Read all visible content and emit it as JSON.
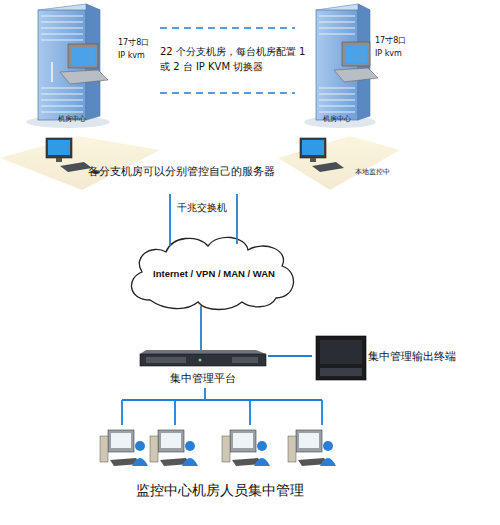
{
  "diagram": {
    "nodes": [
      {
        "text": [
          "17寸8口 IP kvm",
          "机房中心"
        ]
      },
      {
        "text": [
          "17寸8口 IP kvm",
          "机房中心"
        ]
      },
      {
        "text": [
          "各分支机房可以分别管控自己的服务器"
        ]
      },
      {
        "text": [
          "本地监控中"
        ]
      },
      {
        "text": [
          "Internet / VPN / MAN / WAN"
        ]
      },
      {
        "text": [
          "集中管理平台"
        ]
      },
      {
        "text": [
          "集中管理输出终端"
        ]
      },
      {
        "text": [
          "监控中心机房人员集中管理"
        ]
      }
    ],
    "edges": [
      {
        "from": 0,
        "to": 1,
        "arrow": "none"
      },
      {
        "from": 0,
        "to": 1,
        "arrow": "none"
      },
      {
        "from": 2,
        "to": 4,
        "label": "千兆交换机",
        "arrow": "none"
      },
      {
        "from": 2,
        "to": 4,
        "arrow": "none"
      },
      {
        "from": 4,
        "to": 5,
        "arrow": "none"
      },
      {
        "from": 5,
        "to": 6,
        "arrow": "none"
      },
      {
        "from": 5,
        "to": 7,
        "arrow": "none"
      }
    ],
    "labels": [
      "22 个分支机房，每台机房配置 1 或 2 台 IP KVM 切换器"
    ]
  }
}
